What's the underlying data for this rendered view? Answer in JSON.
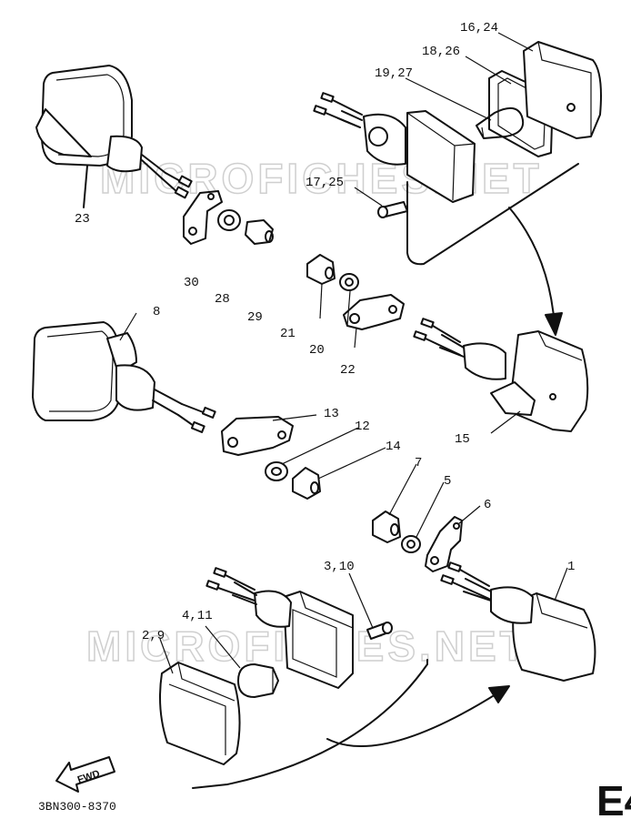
{
  "diagram": {
    "doc_code": "3BN300-8370",
    "section_mark": "E4",
    "fwd_label": "FWD",
    "watermarks": [
      "MICROFICHES.NET",
      "MICROFICHES.NET"
    ],
    "callouts": {
      "c16_24": "16,24",
      "c18_26": "18,26",
      "c19_27": "19,27",
      "c17_25": "17,25",
      "c23": "23",
      "c30": "30",
      "c28": "28",
      "c29": "29",
      "c21": "21",
      "c20": "20",
      "c22": "22",
      "c8": "8",
      "c15": "15",
      "c13": "13",
      "c12": "12",
      "c14": "14",
      "c7": "7",
      "c5": "5",
      "c6": "6",
      "c1": "1",
      "c3_10": "3,10",
      "c4_11": "4,11",
      "c2_9": "2,9"
    }
  }
}
